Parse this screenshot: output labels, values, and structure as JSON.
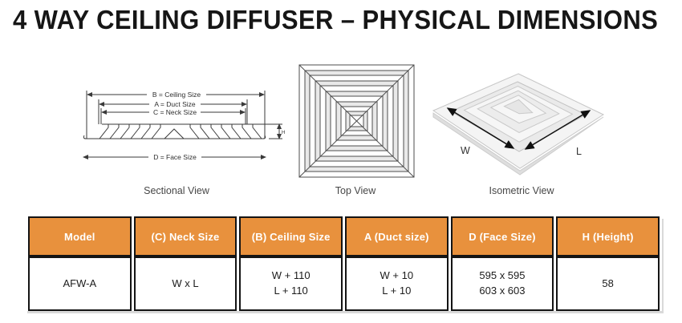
{
  "page": {
    "title": "4 WAY CEILING DIFFUSER – PHYSICAL DIMENSIONS"
  },
  "appearance": {
    "accent_orange": "#E8913D",
    "table_border": "#141414",
    "drawing_line": "#3a3a3a"
  },
  "views": {
    "sectional": {
      "caption": "Sectional View",
      "dim_b": "B = Ceiling Size",
      "dim_a": "A = Duct Size",
      "dim_c": "C = Neck Size",
      "dim_d": "D = Face Size",
      "dim_h": "H"
    },
    "top": {
      "caption": "Top View"
    },
    "isometric": {
      "caption": "Isometric View",
      "width_label": "W",
      "length_label": "L"
    }
  },
  "table": {
    "headers": [
      "Model",
      "(C) Neck Size",
      "(B) Ceiling Size",
      "A (Duct size)",
      "D (Face Size)",
      "H (Height)"
    ],
    "rows": [
      {
        "cells": [
          [
            "AFW-A"
          ],
          [
            "W x L"
          ],
          [
            "W + 110",
            "L + 110"
          ],
          [
            "W + 10",
            "L + 10"
          ],
          [
            "595 x 595",
            "603 x 603"
          ],
          [
            "58"
          ]
        ]
      }
    ]
  }
}
